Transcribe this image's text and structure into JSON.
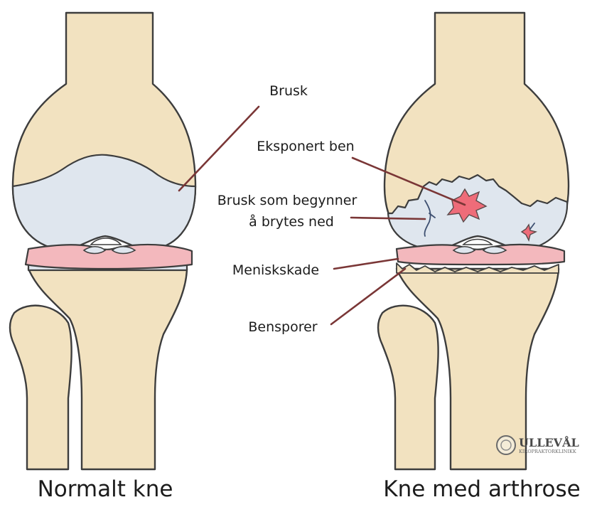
{
  "labels": {
    "cartilage": "Brusk",
    "exposed_bone": "Eksponert ben",
    "cartilage_breakdown_line1": "Brusk som begynner",
    "cartilage_breakdown_line2": "å brytes ned",
    "meniscus_damage": "Meniskskade",
    "bone_spurs": "Bensporer"
  },
  "captions": {
    "left": "Normalt kne",
    "right": "Kne med arthrose"
  },
  "logo": {
    "name": "ULLEVÅL",
    "subtitle": "KIROPRAKTORKLINIKK"
  },
  "colors": {
    "bone": "#f2e2c0",
    "cartilage": "#dfe6ee",
    "meniscus": "#f3b8bd",
    "exposed_bone": "#ee6c79",
    "leader_line": "#7a3636",
    "outline": "#3d3d3d"
  }
}
